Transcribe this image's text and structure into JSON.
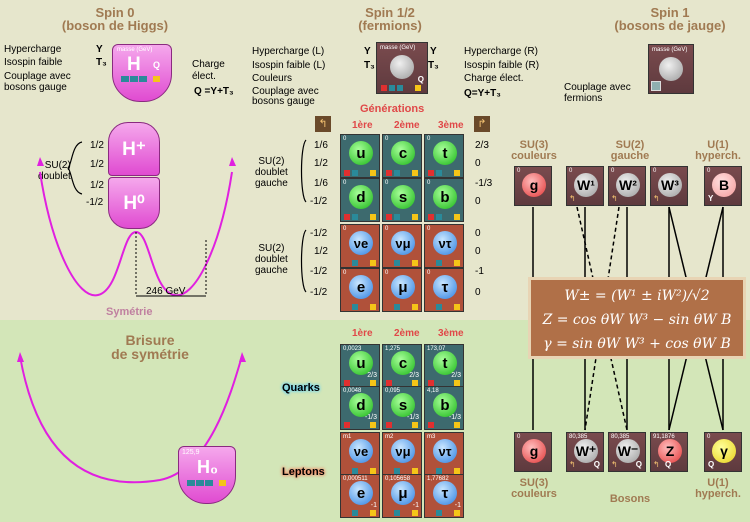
{
  "headers": {
    "spin0": [
      "Spin 0",
      "(boson de Higgs)"
    ],
    "spin12": [
      "Spin 1/2",
      "(fermions)"
    ],
    "spin1": [
      "Spin 1",
      "(bosons de jauge)"
    ],
    "brisure": [
      "Brisure",
      "de symétrie"
    ]
  },
  "higgs_legend": {
    "hypercharge": "Hypercharge",
    "Y": "Y",
    "isospin": "Isospin faible",
    "T3": "T₃",
    "couplage1": "Couplage avec",
    "couplage2": "bosons gauge",
    "charge1": "Charge",
    "charge2": "élect.",
    "formula": "Q =Y+T₃",
    "mass_label": "masse (GeV)",
    "H": "H",
    "Q": "Q"
  },
  "fermion_legend": {
    "hyperL": "Hypercharge (L)",
    "isoL": "Isospin faible (L)",
    "couleurs": "Couleurs",
    "coup1": "Couplage avec",
    "coup2": "bosons gauge",
    "hyperR": "Hypercharge (R)",
    "isoR": "Isospin faible (R)",
    "chargeR": "Charge élect.",
    "formula": "Q=Y+T₃",
    "Y": "Y",
    "T3": "T₃",
    "mass_label": "masse (GeV)",
    "Q": "Q"
  },
  "gauge_legend": {
    "mass_label": "masse (GeV)",
    "coup1": "Couplage avec",
    "coup2": "fermions"
  },
  "generations": {
    "title": "Générations",
    "g1": "1ère",
    "g2": "2ème",
    "g3": "3ème"
  },
  "doublet": {
    "label": [
      "SU(2)",
      "doublet"
    ],
    "values": [
      "1/2",
      "1/2",
      "1/2",
      "-1/2"
    ],
    "Hplus": "H⁺",
    "H0": "H⁰"
  },
  "quark_side": {
    "label": [
      "SU(2)",
      "doublet",
      "gauche"
    ],
    "left": [
      "1/6",
      "1/2",
      "1/6",
      "-1/2"
    ],
    "right": [
      "2/3",
      "0",
      "-1/3",
      "0"
    ]
  },
  "lepton_side": {
    "label": [
      "SU(2)",
      "doublet",
      "gauche"
    ],
    "left": [
      "-1/2",
      "1/2",
      "-1/2",
      "-1/2"
    ],
    "right": [
      "0",
      "0",
      "-1",
      "0"
    ]
  },
  "unbroken_quarks": [
    {
      "s": "u",
      "m": "0"
    },
    {
      "s": "c",
      "m": "0"
    },
    {
      "s": "t",
      "m": "0"
    },
    {
      "s": "d",
      "m": "0"
    },
    {
      "s": "s",
      "m": "0"
    },
    {
      "s": "b",
      "m": "0"
    }
  ],
  "unbroken_leptons": [
    {
      "s": "νe",
      "m": "0"
    },
    {
      "s": "νμ",
      "m": "0"
    },
    {
      "s": "ντ",
      "m": "0"
    },
    {
      "s": "e",
      "m": "0"
    },
    {
      "s": "μ",
      "m": "0"
    },
    {
      "s": "τ",
      "m": "0"
    }
  ],
  "broken_quarks": [
    {
      "s": "u",
      "m": "0,0023",
      "q": "2/3"
    },
    {
      "s": "c",
      "m": "1,275",
      "q": "2/3"
    },
    {
      "s": "t",
      "m": "173,07",
      "q": "2/3"
    },
    {
      "s": "d",
      "m": "0,0048",
      "q": "-1/3"
    },
    {
      "s": "s",
      "m": "0,095",
      "q": "-1/3"
    },
    {
      "s": "b",
      "m": "4,18",
      "q": "-1/3"
    }
  ],
  "broken_leptons": [
    {
      "s": "νe",
      "m": "m1",
      "q": ""
    },
    {
      "s": "νμ",
      "m": "m2",
      "q": ""
    },
    {
      "s": "ντ",
      "m": "m3",
      "q": ""
    },
    {
      "s": "e",
      "m": "0,000511",
      "q": "-1"
    },
    {
      "s": "μ",
      "m": "0,105658",
      "q": "-1"
    },
    {
      "s": "τ",
      "m": "1,77682",
      "q": "-1"
    }
  ],
  "groups": {
    "su3": [
      "SU(3)",
      "couleurs"
    ],
    "su2": [
      "SU(2)",
      "gauche"
    ],
    "u1": [
      "U(1)",
      "hyperch."
    ]
  },
  "gauge_top": [
    {
      "s": "g",
      "m": "0"
    },
    {
      "s": "W¹",
      "m": "0"
    },
    {
      "s": "W²",
      "m": "0"
    },
    {
      "s": "W³",
      "m": "0"
    },
    {
      "s": "B",
      "m": "0",
      "y": "Y"
    }
  ],
  "gauge_bottom": [
    {
      "s": "g",
      "m": "0",
      "q": ""
    },
    {
      "s": "W⁺",
      "m": "80,385",
      "q": "Q"
    },
    {
      "s": "W⁻",
      "m": "80,385",
      "q": "Q"
    },
    {
      "s": "Z",
      "m": "91,1876",
      "q": "Q"
    },
    {
      "s": "γ",
      "m": "0",
      "q": "Q"
    }
  ],
  "equations": [
    "W± = (W¹ ± iW²)/√2",
    "Z = cos θW W³ − sin θW B",
    "γ = sin θW W³ + cos θW B"
  ],
  "labels": {
    "vev": "246 GeV",
    "symetrie": "Symétrie",
    "quarks": "Quarks",
    "leptons": "Leptons",
    "bosons": "Bosons",
    "higgs_mass": "125,9",
    "H0_broken": "H₀",
    "su3b": [
      "SU(3)",
      "couleurs"
    ],
    "u1b": [
      "U(1)",
      "hyperch."
    ]
  },
  "colors": {
    "header": "#a07a52",
    "potential": "#e020e0",
    "top_bg": "#e6e6cc",
    "bottom_bg": "#d3e6b8"
  }
}
